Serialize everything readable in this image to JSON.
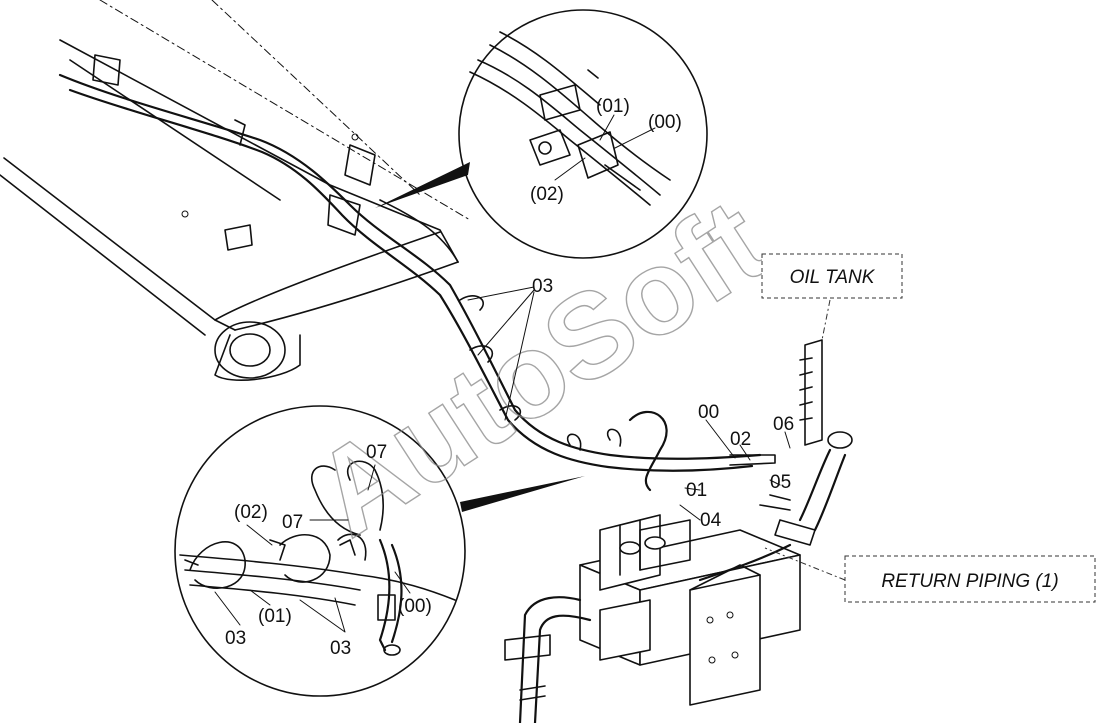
{
  "watermark": "AutoSoft",
  "boxes": {
    "oil_tank": "OIL TANK",
    "return_piping": "RETURN PIPING (1)"
  },
  "labels": {
    "top_01": "(01)",
    "top_00": "(00)",
    "top_02": "(02)",
    "main_03": "03",
    "main_00": "00",
    "main_02": "02",
    "main_06": "06",
    "main_01": "01",
    "main_05": "05",
    "main_04": "04",
    "det_07a": "07",
    "det_02": "(02)",
    "det_07b": "07",
    "det_01": "(01)",
    "det_00": "(00)",
    "det_03a": "03",
    "det_03b": "03"
  }
}
